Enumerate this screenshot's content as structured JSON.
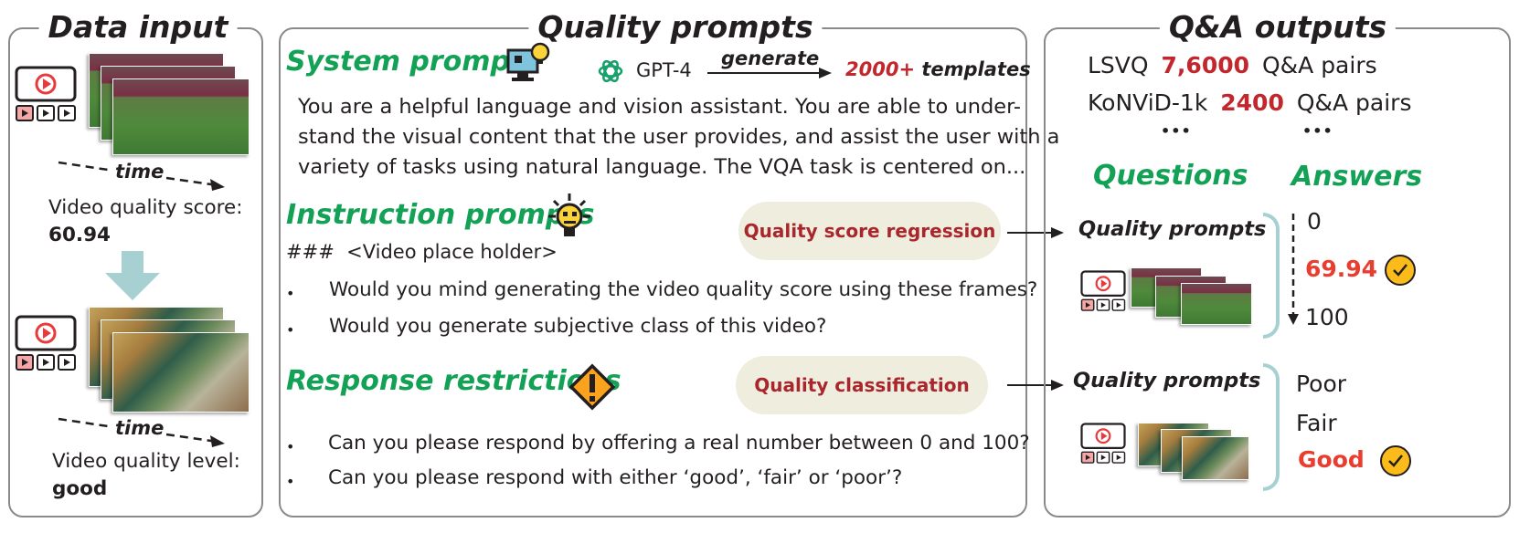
{
  "panels": {
    "left_title": "Data input",
    "middle_title": "Quality prompts",
    "right_title": "Q&A outputs"
  },
  "data_input": {
    "time_label_1": "time",
    "time_label_2": "time",
    "score_label": "Video quality score:",
    "score_value": "60.94",
    "level_label": "Video quality level:",
    "level_value": "good"
  },
  "prompts": {
    "system_heading": "System prompts",
    "gpt_label": "GPT-4",
    "generate_label": "generate",
    "templates_count": "2000+",
    "templates_label": "templates",
    "system_text": [
      "You are a helpful language and vision assistant. You are able to under-",
      "stand the visual content that the user provides, and assist the user with a",
      "variety of tasks using natural language. The VQA task is centered on..."
    ],
    "instruction_heading": "Instruction prompts",
    "placeholder_line": "###  <Video place holder>",
    "instruction_items": [
      "Would you mind generating the video quality score using these frames?",
      "Would you generate subjective class of this video?"
    ],
    "response_heading": "Response restrictions",
    "response_items": [
      "Can you please respond by offering a real number between 0 and 100?",
      "Can you please respond with either ‘good’, ‘fair’ or ‘poor’?"
    ],
    "bullet_char": "•",
    "cloud_regression": "Quality score regression",
    "cloud_classification": "Quality classification"
  },
  "outputs": {
    "dataset_rows": [
      {
        "name": "LSVQ",
        "count": "7,6000",
        "unit": "Q&A pairs"
      },
      {
        "name": "KoNViD-1k",
        "count": "2400",
        "unit": "Q&A pairs"
      }
    ],
    "ellipsis": "•••",
    "questions_heading": "Questions",
    "answers_heading": "Answers",
    "quality_prompts_1": "Quality prompts",
    "quality_prompts_2": "Quality prompts",
    "scale_min": "0",
    "scale_value": "69.94",
    "scale_max": "100",
    "class_poor": "Poor",
    "class_fair": "Fair",
    "class_good": "Good"
  },
  "colors": {
    "green_heading": "#13a156",
    "red_value": "#c1272d",
    "answer_red": "#e83d2f",
    "cloud_bg": "#efedde",
    "brace": "#a7d0d3",
    "check_yellow": "#fbbb1a"
  }
}
